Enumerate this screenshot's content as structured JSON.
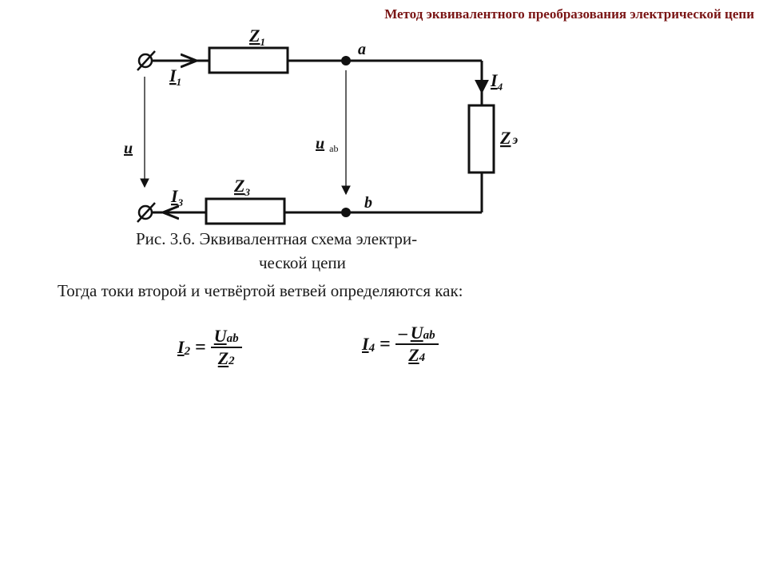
{
  "header": {
    "title": "Метод эквивалентного преобразования электрической цепи"
  },
  "circuit": {
    "labels": {
      "z1": "Z",
      "z1_sub": "1",
      "z3": "Z",
      "z3_sub": "3",
      "ze": "Z",
      "ze_sub": "э",
      "i1": "I",
      "i1_sub": "1",
      "i3": "I",
      "i3_sub": "3",
      "i4": "I",
      "i4_sub": "4",
      "u": "u",
      "uab": "u",
      "uab_sub": "ab",
      "node_a": "a",
      "node_b": "b"
    }
  },
  "caption": {
    "line1": "Рис. 3.6. Эквивалентная схема электри-",
    "line2": "ческой цепи"
  },
  "text": {
    "sentence": "Тогда токи второй и четвёртой ветвей определяются как:"
  },
  "formula1": {
    "lhs": "I",
    "lhs_sub": "2",
    "eq": "=",
    "num": "U",
    "num_sub": "ab",
    "den": "Z",
    "den_sub": "2"
  },
  "formula2": {
    "lhs": "I",
    "lhs_sub": "4",
    "eq": "=",
    "num_sign": "–",
    "num": "U",
    "num_sub": "ab",
    "den": "Z",
    "den_sub": "4"
  }
}
